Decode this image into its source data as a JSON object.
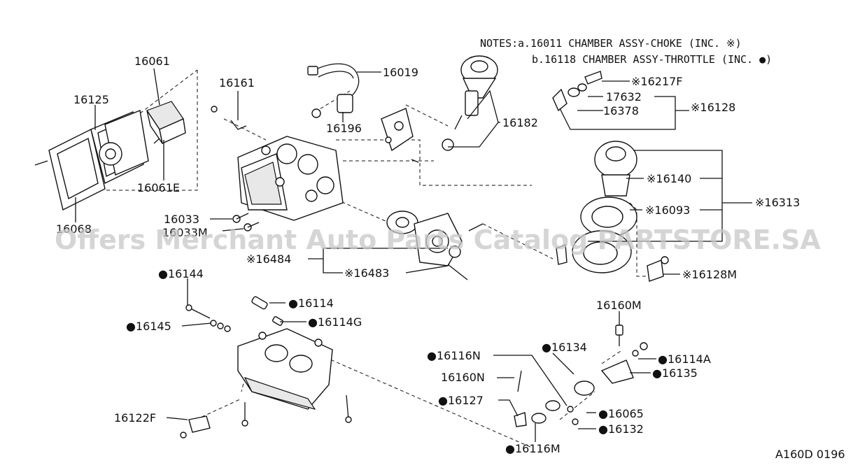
{
  "notes": {
    "prefix": "NOTES:",
    "line_a": "a.16011 CHAMBER ASSY-CHOKE (INC. ※)",
    "line_b": "b.16118 CHAMBER ASSY-THROTTLE (INC. ●)"
  },
  "watermark": "Offers Merchant Auto Parts Catalog PARTSTORE.SA",
  "diagram_code": "A160D 0196",
  "labels": {
    "p16061": "16061",
    "p16125": "16125",
    "p16161": "16161",
    "p16019": "16019",
    "p16196": "16196",
    "p16182": "16182",
    "p16217F": "※16217F",
    "p17632": "17632",
    "p16378": "16378",
    "p16128": "※16128",
    "p16061E": "16061E",
    "p16140": "※16140",
    "p16093": "※16093",
    "p16313": "※16313",
    "p16033": "16033",
    "p16033M": "16033M",
    "p16068": "16068",
    "p16484": "※16484",
    "p16483": "※16483",
    "p16128M": "※16128M",
    "p16144": "●16144",
    "p16114": "●16114",
    "p16114G": "●16114G",
    "p16145": "●16145",
    "p16160M": "16160M",
    "p16116N": "●16116N",
    "p16134": "●16134",
    "p16114A": "●16114A",
    "p16135": "●16135",
    "p16160N": "16160N",
    "p16127": "●16127",
    "p16065": "●16065",
    "p16122F": "16122F",
    "p16132": "●16132",
    "p16116M": "●16116M"
  }
}
